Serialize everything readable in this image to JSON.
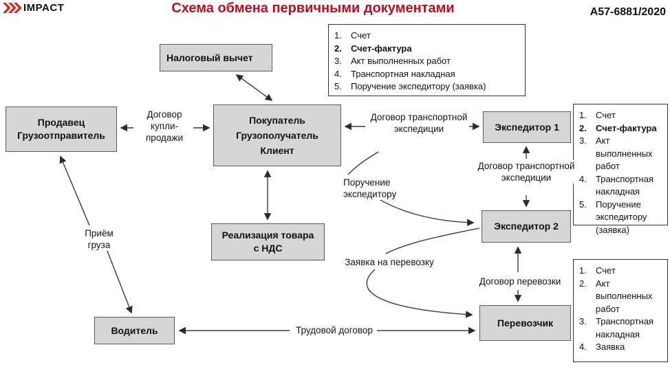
{
  "header": {
    "logo_text": "IMPACT",
    "title": "Схема обмена первичными документами",
    "case_number": "А57-6881/2020"
  },
  "colors": {
    "title_red": "#c00d1e",
    "logo_red": "#d5281f",
    "box_fill": "#d6d6d6",
    "line": "#3a3a3a"
  },
  "boxes": {
    "nalog": {
      "lines": [
        "Налоговый вычет"
      ]
    },
    "prodavec": {
      "lines": [
        "Продавец",
        "Грузоотправитель"
      ]
    },
    "pokupatel": {
      "lines": [
        "Покупатель",
        "Грузополучатель",
        "Клиент"
      ]
    },
    "realizacia": {
      "lines": [
        "Реализация товара",
        "с НДС"
      ]
    },
    "exp1": {
      "lines": [
        "Экспедитор 1"
      ]
    },
    "exp2": {
      "lines": [
        "Экспедитор 2"
      ]
    },
    "perevozchik": {
      "lines": [
        "Перевозчик"
      ]
    },
    "voditel": {
      "lines": [
        "Водитель"
      ]
    }
  },
  "lists": {
    "top": {
      "items": [
        {
          "num": "1.",
          "text": "Счет",
          "bold": false
        },
        {
          "num": "2.",
          "text": "Счет-фактура",
          "bold": true
        },
        {
          "num": "3.",
          "text": "Акт выполненных работ",
          "bold": false
        },
        {
          "num": "4.",
          "text": "Транспортная накладная",
          "bold": false
        },
        {
          "num": "5.",
          "text": "Поручение экспедитору (заявка)",
          "bold": false
        }
      ]
    },
    "expeditor": {
      "items": [
        {
          "num": "1.",
          "text": "Счет",
          "bold": false
        },
        {
          "num": "2.",
          "text": "Счет-фактура",
          "bold": true
        },
        {
          "num": "3.",
          "text": "Акт выполненных работ",
          "bold": false
        },
        {
          "num": "4.",
          "text": "Транспортная накладная",
          "bold": false
        },
        {
          "num": "5.",
          "text": "Поручение экспедитору (заявка)",
          "bold": false
        }
      ]
    },
    "perevozchik": {
      "items": [
        {
          "num": "1.",
          "text": "Счет",
          "bold": false
        },
        {
          "num": "2.",
          "text": "Акт выполненных работ",
          "bold": false
        },
        {
          "num": "3.",
          "text": "Транспортная накладная",
          "bold": false
        },
        {
          "num": "4.",
          "text": "Заявка",
          "bold": false
        }
      ]
    }
  },
  "edge_labels": {
    "kupli": {
      "lines": [
        "Договор",
        "купли-",
        "продажи"
      ]
    },
    "te1": {
      "lines": [
        "Договор транспортной",
        "экспедиции"
      ]
    },
    "poruchenie": {
      "lines": [
        "Поручение экспедитору"
      ]
    },
    "te2": {
      "lines": [
        "Договор транспортной",
        "экспедиции"
      ]
    },
    "zayavka": {
      "lines": [
        "Заявка на перевозку"
      ]
    },
    "perevozki": {
      "lines": [
        "Договор перевозки"
      ]
    },
    "trudovoy": {
      "lines": [
        "Трудовой договор"
      ]
    },
    "priem": {
      "lines": [
        "Приём груза"
      ]
    }
  }
}
